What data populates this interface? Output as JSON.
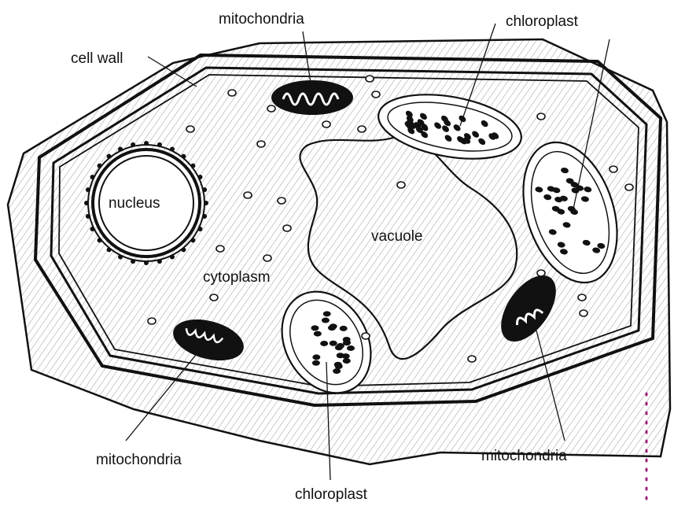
{
  "diagram": {
    "labels": {
      "cell_wall": "cell wall",
      "mitochondria_top": "mitochondria",
      "chloroplast_top": "chloroplast",
      "nucleus": "nucleus",
      "vacuole": "vacuole",
      "cytoplasm": "cytoplasm",
      "mitochondria_bottom_left": "mitochondria",
      "chloroplast_bottom": "chloroplast",
      "mitochondria_bottom_right": "mitochondria"
    }
  }
}
